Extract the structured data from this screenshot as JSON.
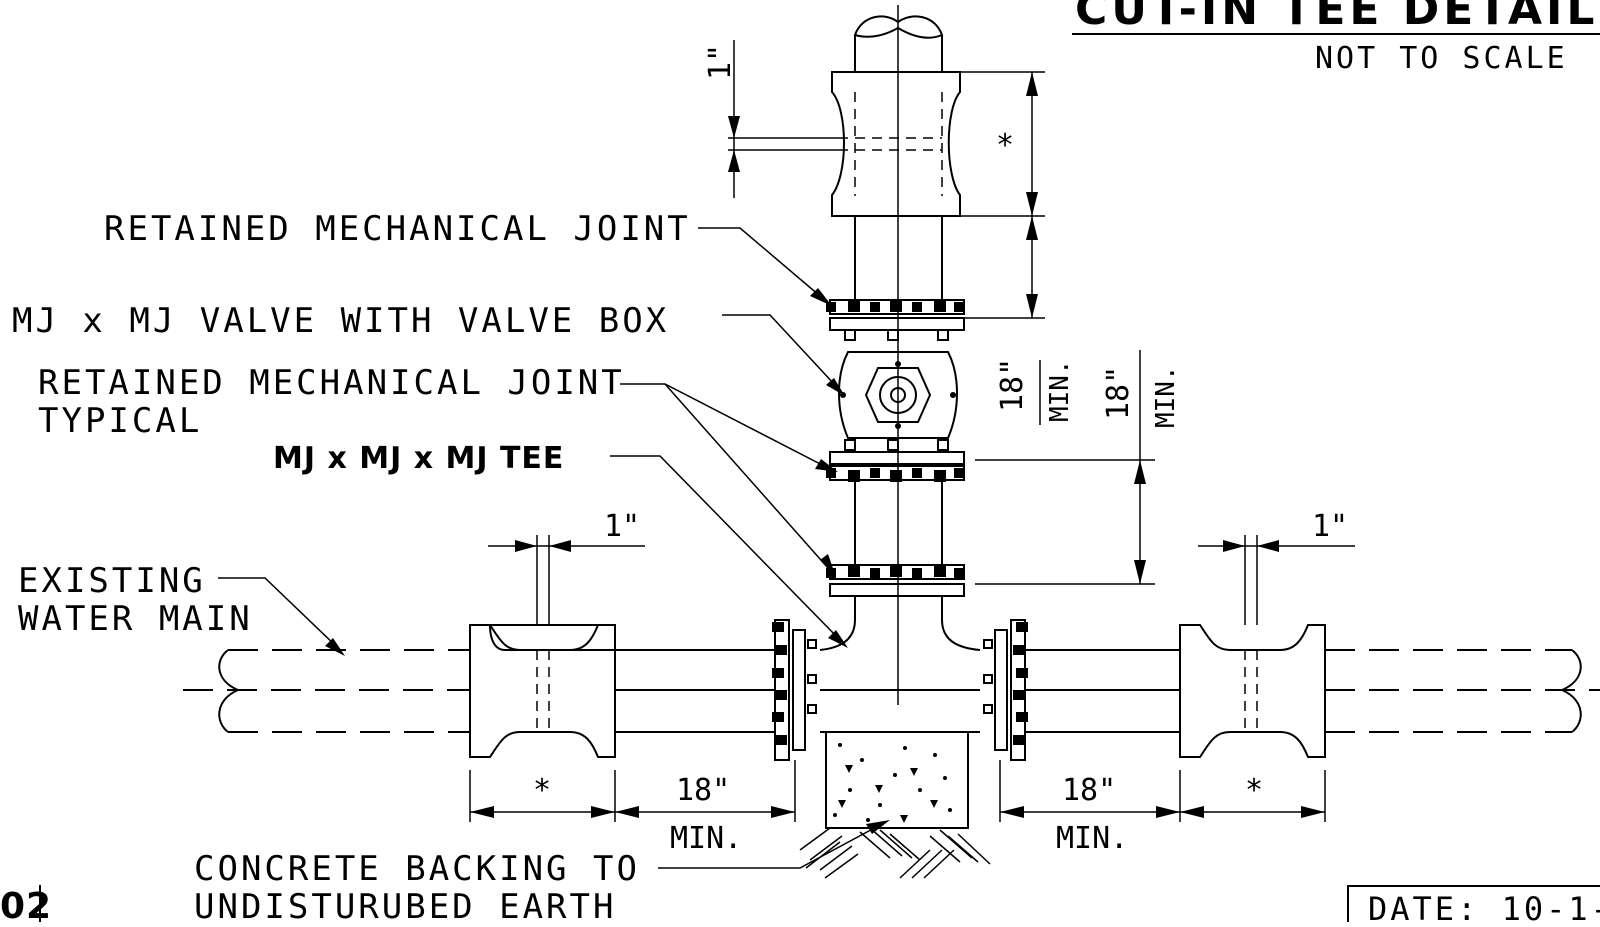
{
  "title": "CUT-IN TEE DETAIL ME",
  "scale_note": "NOT TO SCALE",
  "labels": {
    "retained_joint_top": "RETAINED MECHANICAL JOINT",
    "valve": "MJ x MJ VALVE WITH VALVE BOX",
    "retained_joint_typical_line1": "RETAINED MECHANICAL JOINT",
    "retained_joint_typical_line2": "TYPICAL",
    "tee": "MJ x MJ x MJ TEE",
    "existing_main_line1": "EXISTING",
    "existing_main_line2": "WATER MAIN",
    "concrete_line1": "CONCRETE BACKING TO",
    "concrete_line2": "UNDISTURUBED EARTH"
  },
  "dimensions": {
    "one_inch_top": "1\"",
    "one_inch_left": "1\"",
    "one_inch_right": "1\"",
    "asterisk_top": "*",
    "asterisk_left": "*",
    "asterisk_right": "*",
    "eighteen": "18\"",
    "min": "MIN."
  },
  "sheet_number": "02",
  "date": "DATE: 10-1-"
}
